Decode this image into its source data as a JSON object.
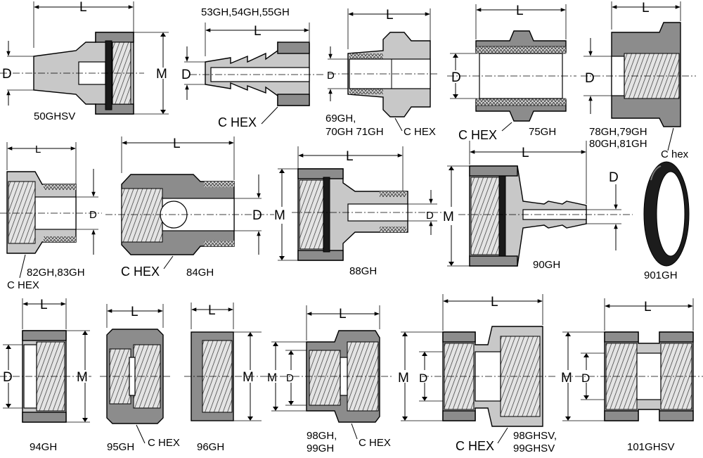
{
  "dimension_letters": {
    "length": "L",
    "diameter": "D",
    "major": "M"
  },
  "hex_label_upper": "C HEX",
  "hex_label_lower": "C hex",
  "parts": {
    "p50": "50GHSV",
    "p53": "53GH,54GH,55GH",
    "p69a": "69GH,",
    "p69b": "70GH 71GH",
    "p75": "75GH",
    "p78a": "78GH,79GH",
    "p78b": "80GH,81GH",
    "p82": "82GH,83GH",
    "p84": "84GH",
    "p88": "88GH",
    "p90": "90GH",
    "p901": "901GH",
    "p94": "94GH",
    "p95": "95GH",
    "p96": "96GH",
    "p98a": "98GH,",
    "p98b": "99GH",
    "p98sva": "98GHSV,",
    "p98svb": "99GHSV",
    "p101": "101GHSV"
  }
}
